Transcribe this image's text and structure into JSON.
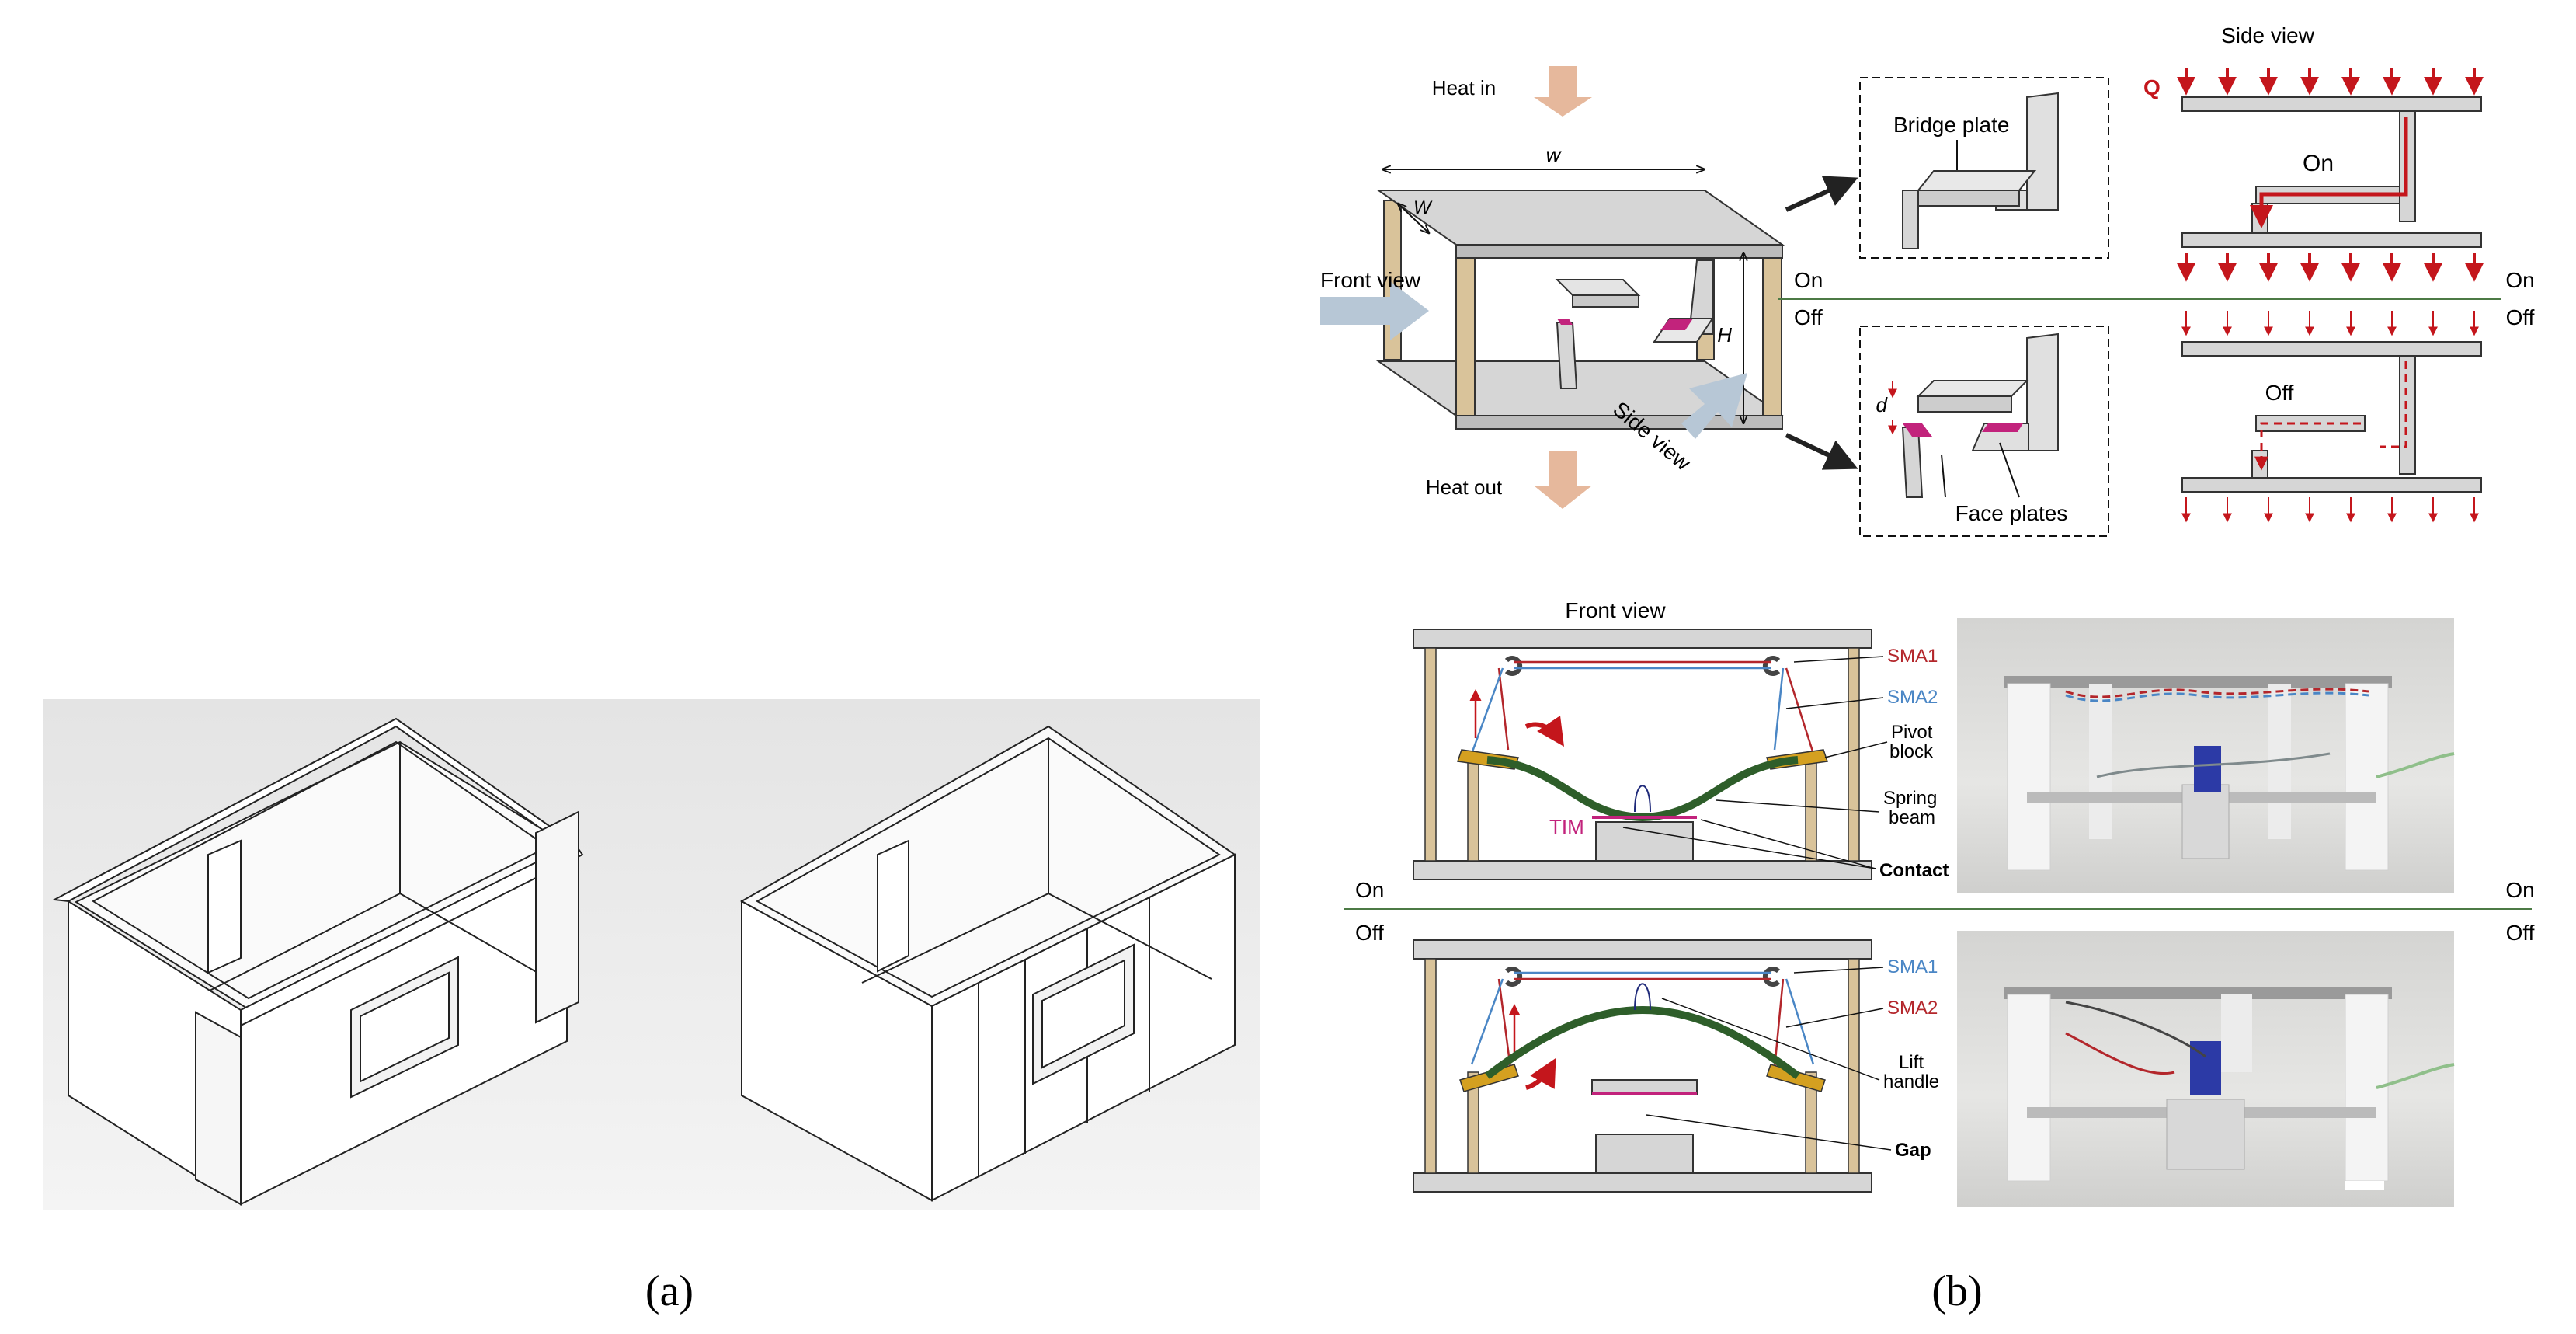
{
  "colors": {
    "heat_arrow": "#e6b89c",
    "view_arrow": "#b7c7d6",
    "flux_red": "#c4161c",
    "sma_red": "#b3262b",
    "sma_blue": "#4a86c5",
    "tim_magenta": "#c2237c",
    "spring_green": "#2e5e2a",
    "pillar_wood": "#d9c39a",
    "plate_grey": "#d6d6d6",
    "divider_green": "#4c7a45"
  },
  "panel_a": {
    "caption": "(a)"
  },
  "panel_b": {
    "caption": "(b)",
    "schematic": {
      "heat_in": "Heat in",
      "heat_out": "Heat out",
      "dim_L": "w",
      "dim_W": "W",
      "dim_H": "H",
      "front_view": "Front view",
      "side_view": "Side view"
    },
    "zoom_on": {
      "label": "Bridge plate"
    },
    "zoom_off": {
      "label_d": "d",
      "label_face": "Face plates"
    },
    "side_diagram": {
      "title": "Side view",
      "q_label": "Q",
      "state_on": "On",
      "state_off": "Off"
    },
    "state_labels": {
      "on": "On",
      "off": "Off"
    },
    "mechanism": {
      "title": "Front view",
      "on": {
        "sma1": "SMA1",
        "sma2": "SMA2",
        "pivot": [
          "Pivot",
          "block"
        ],
        "spring": [
          "Spring",
          "beam"
        ],
        "tim": "TIM",
        "contact": "Contact"
      },
      "off": {
        "sma1": "SMA1",
        "sma2": "SMA2",
        "lift": [
          "Lift",
          "handle"
        ],
        "gap": "Gap"
      }
    }
  }
}
